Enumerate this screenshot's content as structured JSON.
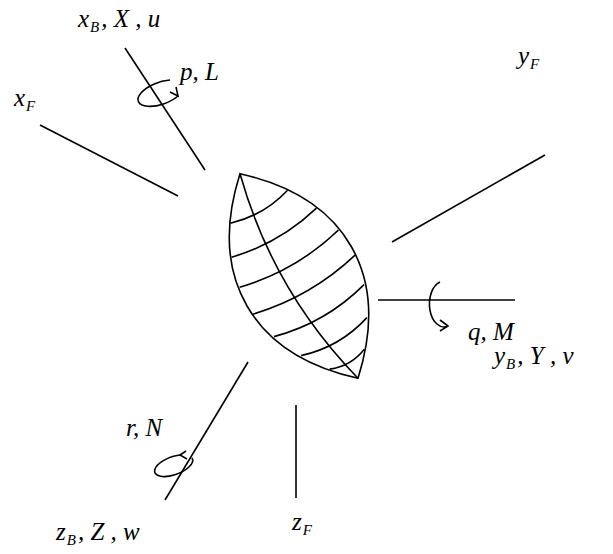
{
  "diagram": {
    "labels": [
      "x",
      "B",
      ", X , u",
      "p, L",
      "x",
      "F",
      "y",
      "F",
      "q, M",
      "y",
      "B",
      ", Y , v",
      "r, N",
      "z",
      "B",
      ", Z , w",
      "z",
      "F"
    ]
  }
}
